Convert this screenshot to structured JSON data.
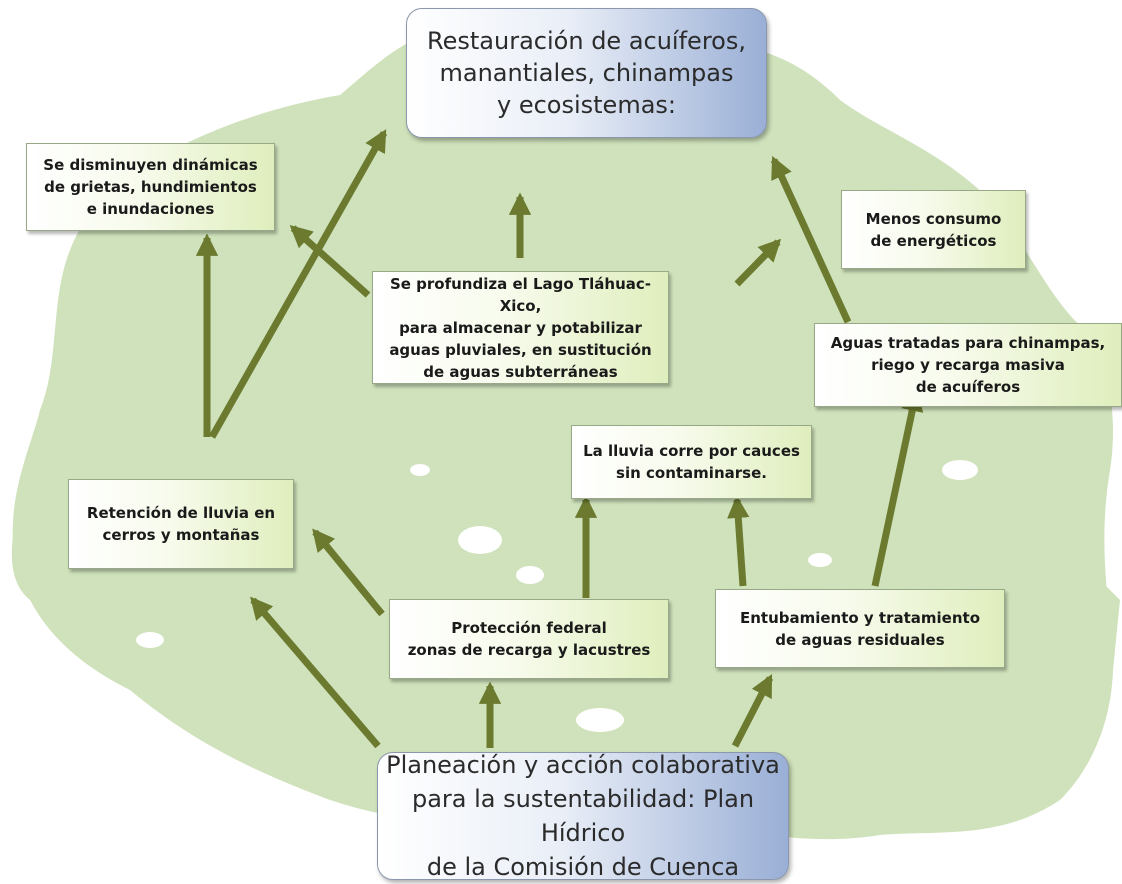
{
  "colors": {
    "map_fill": "#cfe2bb",
    "arrow": "#6b7a2f"
  },
  "top_goal": "Restauración de acuíferos,\nmanantiales, chinampas\ny ecosistemas:",
  "bottom_base": "Planeación y acción colaborativa\npara la sustentabilidad: Plan Hídrico\nde la Comisión de Cuenca",
  "boxes": {
    "grietas": "Se disminuyen dinámicas\nde grietas, hundimientos\ne inundaciones",
    "energeticos": "Menos consumo\nde energéticos",
    "lago": "Se profundiza el Lago Tláhuac-Xico,\npara almacenar y potabilizar\naguas pluviales, en sustitución\nde aguas subterráneas",
    "aguas_tratadas": "Aguas tratadas para chinampas,\nriego y recarga masiva\nde acuíferos",
    "lluvia_cauces": "La lluvia corre por cauces\nsin contaminarse.",
    "retencion": "Retención de lluvia en\ncerros y montañas",
    "proteccion": "Protección federal\nzonas de recarga y  lacustres",
    "entubamiento": "Entubamiento y tratamiento\nde aguas residuales"
  }
}
